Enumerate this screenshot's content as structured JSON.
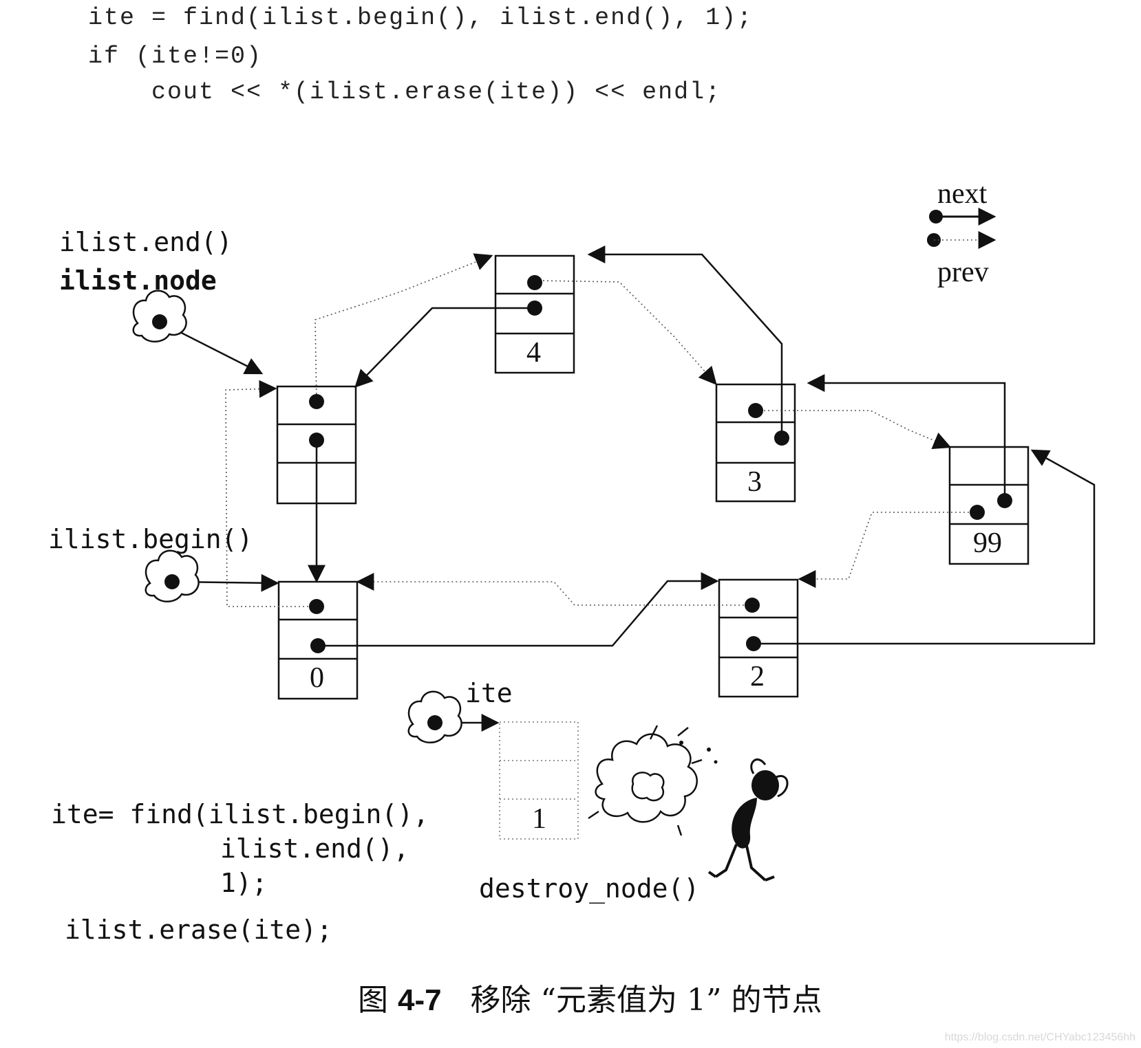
{
  "code_top": [
    "ite = find(ilist.begin(), ilist.end(), 1);",
    "if (ite!=0)",
    "    cout << *(ilist.erase(ite)) << endl;"
  ],
  "legend": {
    "next": "next",
    "prev": "prev"
  },
  "labels": {
    "end": "ilist.end()",
    "node": "ilist.node",
    "begin": "ilist.begin()",
    "ite": "ite",
    "destroy": "destroy_node()"
  },
  "nodes": [
    {
      "id": "node-blank",
      "value": ""
    },
    {
      "id": "node-4",
      "value": "4"
    },
    {
      "id": "node-3",
      "value": "3"
    },
    {
      "id": "node-99",
      "value": "99"
    },
    {
      "id": "node-0",
      "value": "0"
    },
    {
      "id": "node-2",
      "value": "2"
    },
    {
      "id": "node-1",
      "value": "1"
    }
  ],
  "code_bottom": {
    "line1": "ite= find(ilist.begin(),",
    "line2": "ilist.end(),",
    "line3": "1);",
    "line4": "ilist.erase(ite);"
  },
  "caption": {
    "prefix": "图 ",
    "number": "4-7",
    "text": "   移除 “元素值为 1” 的节点"
  },
  "watermark": "https://blog.csdn.net/CHYabc123456hh",
  "colors": {
    "ink": "#111111",
    "dotted": "#555555"
  }
}
